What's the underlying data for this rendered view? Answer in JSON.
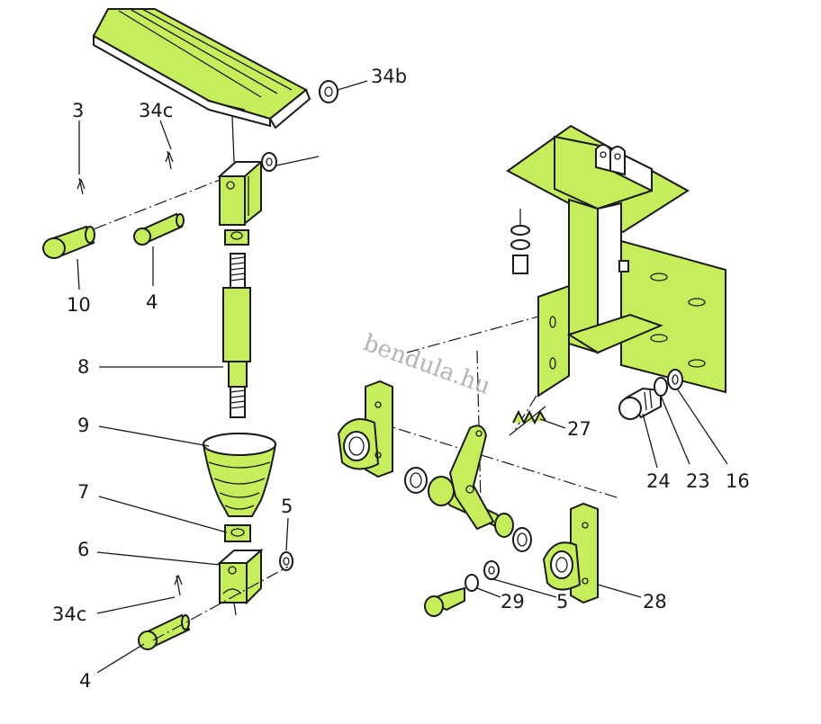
{
  "colors": {
    "part_fill": "#c6ee5c",
    "line": "#1a1a1a",
    "background": "#ffffff",
    "watermark": "#9a9a9a"
  },
  "watermark": "bendula.hu",
  "labels": {
    "l34b": "34b",
    "l3": "3",
    "l34c_top": "34c",
    "l10": "10",
    "l4_top": "4",
    "l8": "8",
    "l9": "9",
    "l7": "7",
    "l6": "6",
    "l5_left": "5",
    "l34c_bottom": "34c",
    "l4_bottom": "4",
    "l27": "27",
    "l24": "24",
    "l23": "23",
    "l16": "16",
    "l29": "29",
    "l5_right": "5",
    "l28": "28"
  }
}
